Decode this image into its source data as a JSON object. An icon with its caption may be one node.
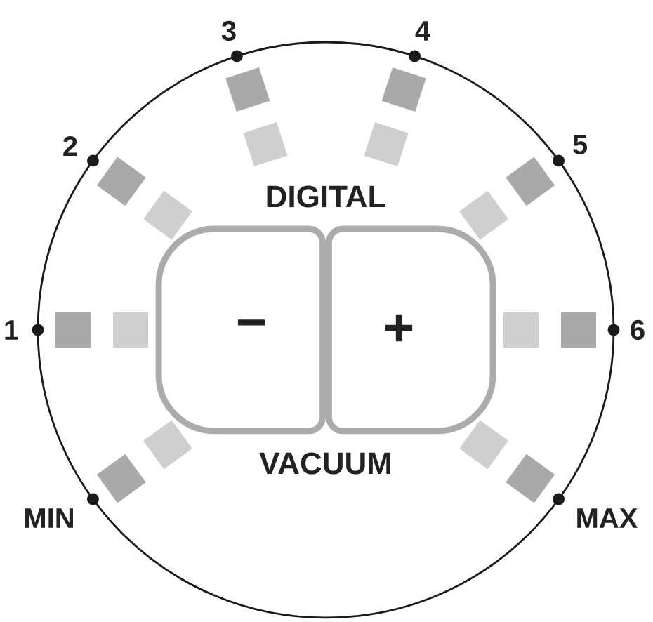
{
  "diagram": {
    "nodes": [
      {
        "text": [
          "DIGITAL",
          "VACUUM"
        ]
      },
      {
        "text": [
          "−"
        ],
        "in": 0
      },
      {
        "text": [
          "+"
        ],
        "in": 0
      }
    ],
    "labels": [
      "3",
      "4",
      "2",
      "5",
      "1",
      "6",
      "MIN",
      "MAX"
    ]
  }
}
